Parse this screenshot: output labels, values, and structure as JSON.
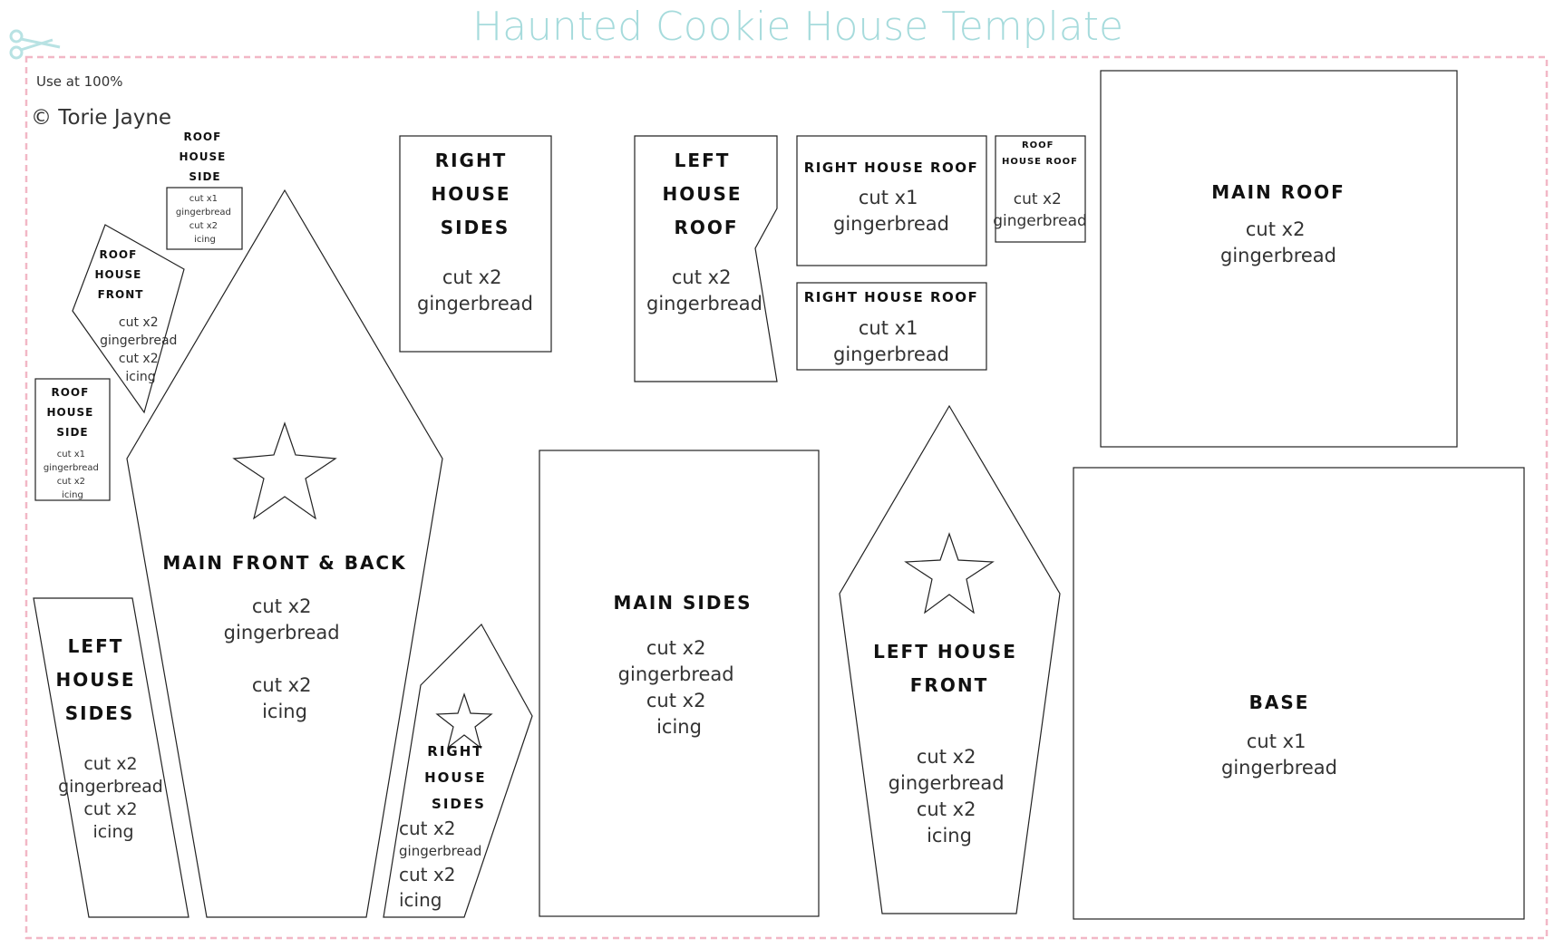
{
  "page": {
    "title": "Haunted Cookie House Template",
    "usage_note": "Use at 100%",
    "copyright": "© Torie Jayne"
  },
  "colors": {
    "title": "#a6dbdc",
    "cut_border": "#f2b7c6",
    "scissors": "#b8e2e3",
    "outline": "#222222"
  },
  "icons": {
    "scissors": "scissors-icon",
    "star": "star-cutout-icon"
  },
  "pieces": {
    "roof_house_side_top": {
      "heading": [
        "ROOF",
        "HOUSE",
        "SIDE"
      ],
      "notes": [
        "cut x1",
        "gingerbread",
        "cut x2",
        "icing"
      ]
    },
    "roof_house_front": {
      "heading": [
        "ROOF",
        "HOUSE",
        "FRONT"
      ],
      "notes": [
        "cut x2",
        "gingerbread",
        "cut x2",
        "icing"
      ]
    },
    "roof_house_side_left": {
      "heading": [
        "ROOF",
        "HOUSE",
        "SIDE"
      ],
      "notes": [
        "cut x1",
        "gingerbread",
        "cut x2",
        "icing"
      ]
    },
    "main_front_back": {
      "heading": "MAIN FRONT & BACK",
      "notes": [
        "cut x2",
        "gingerbread",
        "cut x2",
        "icing"
      ]
    },
    "left_house_sides": {
      "heading": [
        "LEFT",
        "HOUSE",
        "SIDES"
      ],
      "notes": [
        "cut x2",
        "gingerbread",
        "cut x2",
        "icing"
      ]
    },
    "right_house_sides_small": {
      "heading": [
        "RIGHT",
        "HOUSE",
        "SIDES"
      ],
      "notes": [
        "cut x2",
        "gingerbread",
        "cut x2",
        "icing"
      ]
    },
    "right_house_sides_rect": {
      "heading": [
        "RIGHT",
        "HOUSE",
        "SIDES"
      ],
      "notes": [
        "cut x2",
        "gingerbread"
      ]
    },
    "left_house_roof": {
      "heading": [
        "LEFT",
        "HOUSE",
        "ROOF"
      ],
      "notes": [
        "cut x2",
        "gingerbread"
      ]
    },
    "right_house_roof_1": {
      "heading": "RIGHT HOUSE ROOF",
      "notes": [
        "cut x1",
        "gingerbread"
      ]
    },
    "right_house_roof_2": {
      "heading": "RIGHT HOUSE ROOF",
      "notes": [
        "cut x1",
        "gingerbread"
      ]
    },
    "roof_house_roof": {
      "heading": [
        "ROOF",
        "HOUSE ROOF"
      ],
      "notes": [
        "cut x2",
        "gingerbread"
      ]
    },
    "main_roof": {
      "heading": "MAIN ROOF",
      "notes": [
        "cut x2",
        "gingerbread"
      ]
    },
    "main_sides": {
      "heading": "MAIN SIDES",
      "notes": [
        "cut x2",
        "gingerbread",
        "cut x2",
        "icing"
      ]
    },
    "left_house_front": {
      "heading": [
        "LEFT HOUSE",
        "FRONT"
      ],
      "notes": [
        "cut x2",
        "gingerbread",
        "cut x2",
        "icing"
      ]
    },
    "base": {
      "heading": "BASE",
      "notes": [
        "cut x1",
        "gingerbread"
      ]
    }
  }
}
